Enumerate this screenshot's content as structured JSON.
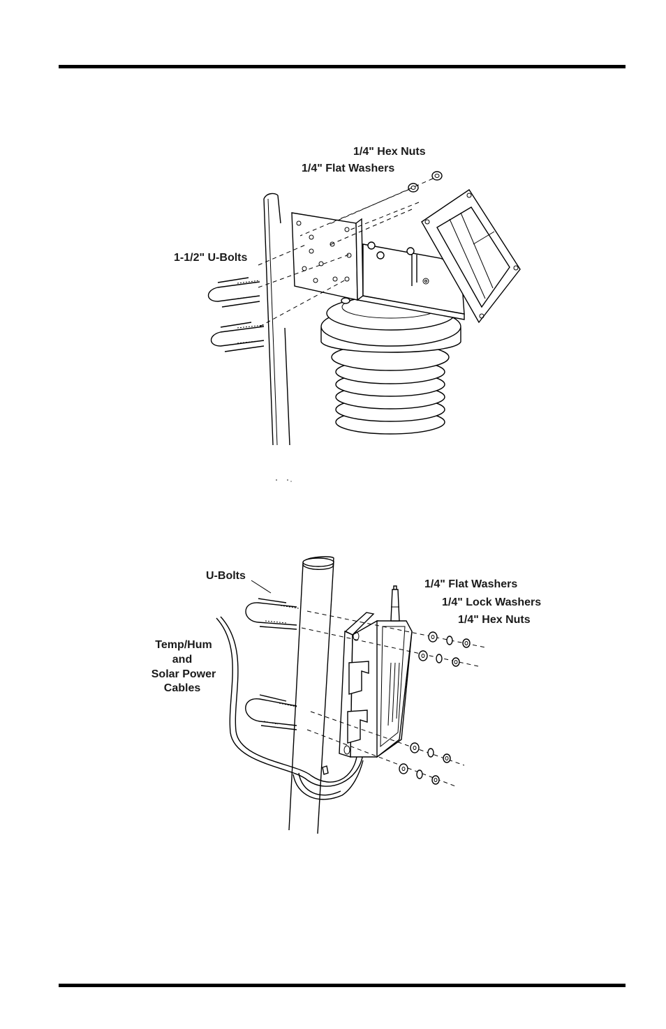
{
  "figure_top": {
    "labels": {
      "hex_nuts": "1/4\" Hex Nuts",
      "flat_washers": "1/4\" Flat Washers",
      "u_bolts": "1-1/2\" U-Bolts"
    }
  },
  "figure_bottom": {
    "labels": {
      "u_bolts": "U-Bolts",
      "flat_washers": "1/4\" Flat Washers",
      "lock_washers": "1/4\" Lock Washers",
      "hex_nuts": "1/4\" Hex Nuts",
      "cables_line1": "Temp/Hum",
      "cables_line2": "and",
      "cables_line3": "Solar Power",
      "cables_line4": "Cables"
    }
  },
  "colors": {
    "rule": "#000000",
    "text": "#1a1a1a",
    "line": "#000000",
    "background": "#ffffff"
  }
}
